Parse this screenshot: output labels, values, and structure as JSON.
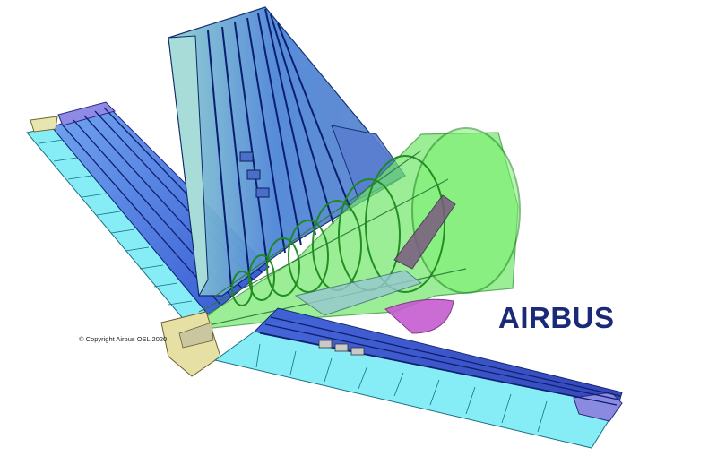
{
  "copyright": "© Copyright Airbus OSL 2020",
  "logo": {
    "text": "AIRBUS",
    "color": "#1b2a78"
  },
  "colors": {
    "wing_cyan": "#7fe8f4",
    "wing_blue": "#3a62d8",
    "spar_blue": "#2040b8",
    "fin_blue": "#4a7fd6",
    "fin_teal": "#7fc6c9",
    "cone_green": "#63e05a",
    "cone_dark": "#1d8a1d",
    "magenta": "#c65bd0",
    "tan": "#e6e0a4",
    "grey": "#c9c9c9"
  },
  "icons": {
    "logo": "airbus-logo"
  }
}
